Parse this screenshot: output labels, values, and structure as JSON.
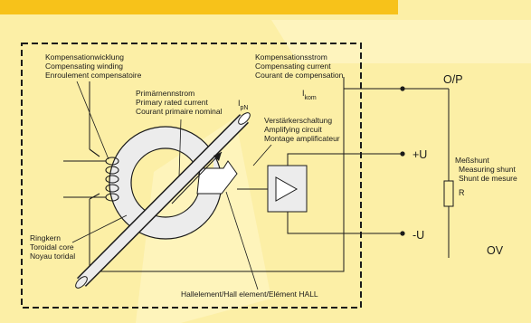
{
  "colors": {
    "background": "#fcefa6",
    "highlight": "#fff6c9",
    "header_band": "#f7c21a",
    "line": "#1a1a1a",
    "fill_light": "#ececec"
  },
  "labels": {
    "winding": [
      "Kompensationwicklung",
      "Compensating winding",
      "Enroulement compensatoire"
    ],
    "comp_current": [
      "Kompensationsstrom",
      "Compensating current",
      "Courant de compensation"
    ],
    "primary": [
      "Primärnennstrom",
      "Primary rated current",
      "Courant primaire nominal"
    ],
    "amplifier": [
      "Verstärkerschaltung",
      "Amplifying circuit",
      "Montage amplificateur"
    ],
    "core": [
      "Ringkern",
      "Toroidal core",
      "Noyau toridal"
    ],
    "shunt": [
      "Meßshunt",
      "Measuring shunt",
      "Shunt de mesure"
    ],
    "hall": "Hallelement/Hall element/Elément HALL",
    "ipn_main": "I",
    "ipn_sub": "pN",
    "ikom_main": "I",
    "ikom_sub": "kom",
    "output": "O/P",
    "plus_u": "+U",
    "minus_u": "-U",
    "resistor": "R",
    "zero_v": "OV"
  },
  "icons": {
    "amplifier": "triangle-amplifier-icon",
    "resistor": "resistor-icon",
    "terminal": "terminal-dot-icon"
  }
}
